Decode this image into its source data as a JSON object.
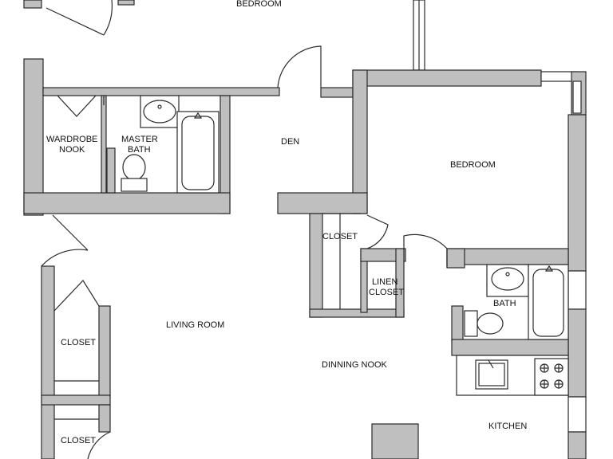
{
  "rooms": {
    "bedroom_top": "BEDROOM",
    "wardrobe_line1": "WARDROBE",
    "wardrobe_line2": "NOOK",
    "master_line1": "MASTER",
    "master_line2": "BATH",
    "den": "DEN",
    "bedroom_right": "BEDROOM",
    "closet_center": "CLOSET",
    "linen_line1": "LINEN",
    "linen_line2": "CLOSET",
    "bath": "BATH",
    "living_room": "LIVING ROOM",
    "closet_left_upper": "CLOSET",
    "closet_left_lower": "CLOSET",
    "dinning_nook": "DINNING NOOK",
    "kitchen": "KITCHEN"
  }
}
